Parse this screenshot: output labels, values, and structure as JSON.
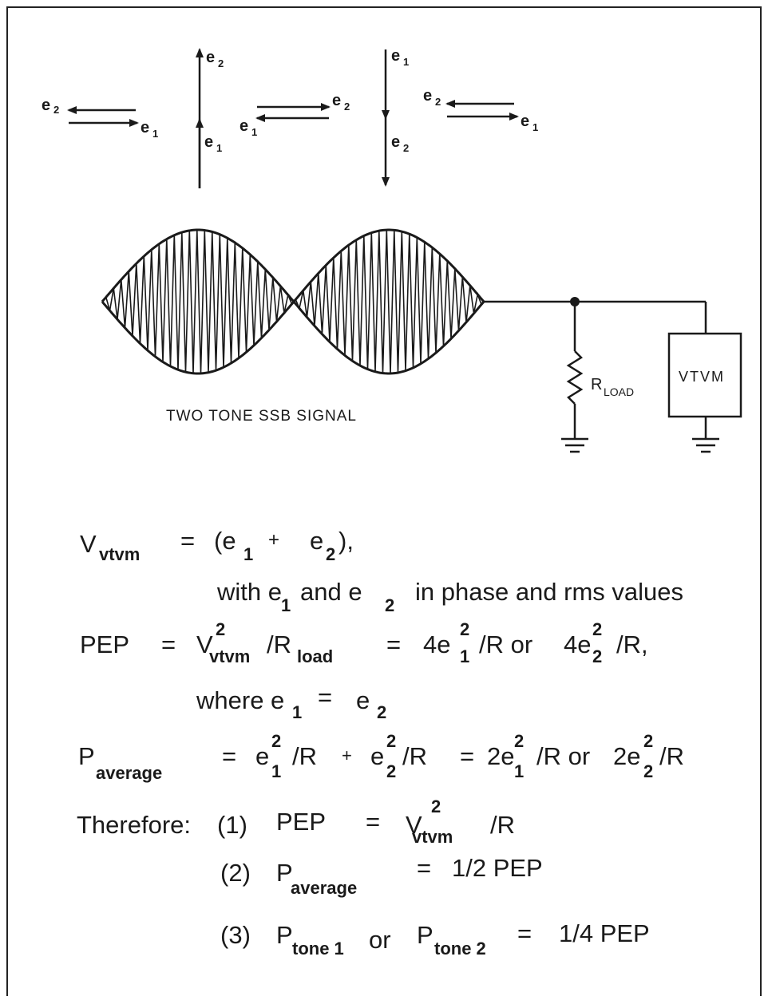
{
  "phasors": {
    "e1": "e",
    "e2": "e",
    "sub1": "1",
    "sub2": "2"
  },
  "waveform": {
    "caption": "TWO TONE   SSB   SIGNAL"
  },
  "circuit": {
    "resistor_label": "R",
    "resistor_sub": "LOAD",
    "meter_label": "VTVM"
  },
  "equations": {
    "line1": {
      "lhs": "V",
      "lhs_sub": "vtvm",
      "eq": "=",
      "rhs_a": "(e",
      "a_sub": "1",
      "plus": "+",
      "rhs_b": "e",
      "b_sub": "2",
      "close": "),"
    },
    "line2": {
      "text_a": "with e",
      "a_sub": "1",
      "text_b": "and e",
      "b_sub": "2",
      "text_c": "in phase and rms values"
    },
    "line3": {
      "lhs": "PEP",
      "eq": "=",
      "v": "V",
      "v_sup": "2",
      "v_sub": "vtvm",
      "slash_r": "/R",
      "r_sub": "load",
      "eq2": "=",
      "t1": "4e",
      "t1_sup": "2",
      "t1_sub": "1",
      "t1_rest": "/R or",
      "t2": "4e",
      "t2_sup": "2",
      "t2_sub": "2",
      "t2_rest": "/R,"
    },
    "line4": {
      "text": "where e",
      "a_sub": "1",
      "eq": "=",
      "e": "e",
      "b_sub": "2"
    },
    "line5": {
      "lhs": "P",
      "lhs_sub": "average",
      "eq": "=",
      "t1": "e",
      "t1_sup": "2",
      "t1_sub": "1",
      "t1_rest": "/R",
      "plus": "+",
      "t2": "e",
      "t2_sup": "2",
      "t2_sub": "2",
      "t2_rest": "/R",
      "eq2": "=",
      "t3": "2e",
      "t3_sup": "2",
      "t3_sub": "1",
      "t3_rest": "/R or",
      "t4": "2e",
      "t4_sup": "2",
      "t4_sub": "2",
      "t4_rest": "/R"
    },
    "line6": {
      "prefix": "Therefore:",
      "num": "(1)",
      "lhs": "PEP",
      "eq": "=",
      "v": "V",
      "v_sup": "2",
      "v_sub": "vtvm",
      "rest": "/R"
    },
    "line7": {
      "num": "(2)",
      "lhs": "P",
      "lhs_sub": "average",
      "eq": "=",
      "rhs": "1/2  PEP"
    },
    "line8": {
      "num": "(3)",
      "p1": "P",
      "p1_sub": "tone 1",
      "or": "or",
      "p2": "P",
      "p2_sub": "tone 2",
      "eq": "=",
      "rhs": "1/4  PEP"
    }
  }
}
